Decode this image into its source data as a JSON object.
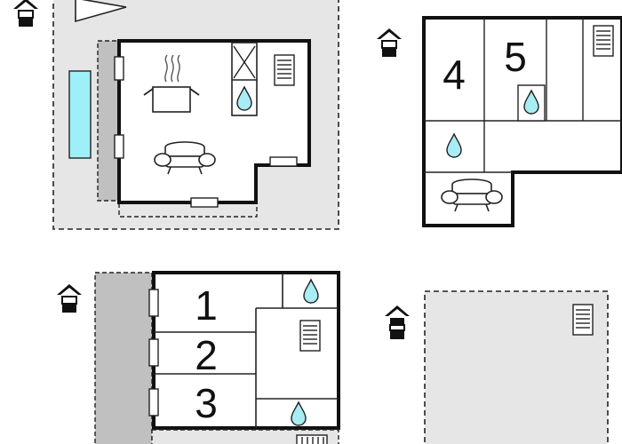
{
  "rooms": [
    {
      "number": "1"
    },
    {
      "number": "2"
    },
    {
      "number": "3"
    },
    {
      "number": "4"
    },
    {
      "number": "5"
    }
  ],
  "icons": {
    "floor_level": "house-floor-level-icon",
    "radiator": "radiator-icon",
    "water_drop": "water-drop-icon",
    "stove": "stove-icon",
    "sofa": "sofa-icon",
    "window": "window-icon",
    "compass": "compass-north-arrow-icon"
  },
  "colors": {
    "wall": "#111111",
    "outdoor_area": "#e6e6e6",
    "terrace": "#c0c0c0",
    "pool": "#9ef0f8",
    "water_drop": "#a8ecf4"
  }
}
